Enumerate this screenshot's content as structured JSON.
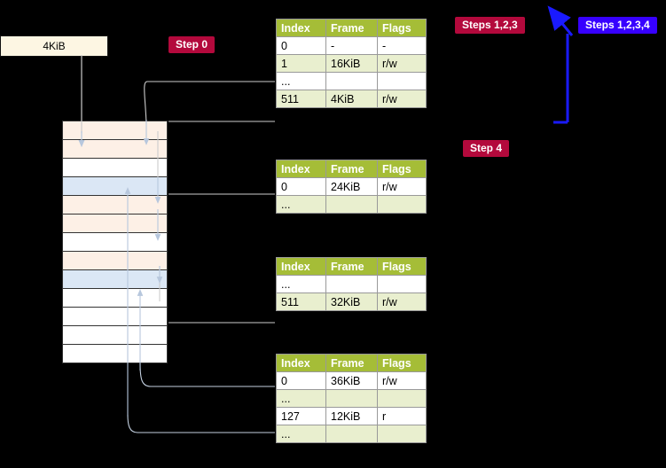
{
  "page": {
    "background": "#000000"
  },
  "memory_block": {
    "label": "4KiB"
  },
  "labels": {
    "step0": {
      "text": "Step 0",
      "bg": "#b3093c"
    },
    "steps123": {
      "text": "Steps 1,2,3",
      "bg": "#b3093c"
    },
    "steps1234": {
      "text": "Steps 1,2,3,4",
      "bg": "#3700ff"
    },
    "step4": {
      "text": "Step 4",
      "bg": "#b3093c"
    }
  },
  "colors": {
    "table_header_bg": "#a5bd37",
    "row_alt_bg": "#e9efcf",
    "arrow_blue": "#1a1aff",
    "faint_arrow": "#b7c7dd"
  },
  "tables": [
    {
      "name": "page-table-level-1",
      "headers": [
        "Index",
        "Frame",
        "Flags"
      ],
      "rows": [
        [
          "0",
          "-",
          "-"
        ],
        [
          "1",
          "16KiB",
          "r/w"
        ],
        [
          "...",
          "",
          ""
        ],
        [
          "511",
          "4KiB",
          "r/w"
        ]
      ]
    },
    {
      "name": "page-table-level-2",
      "headers": [
        "Index",
        "Frame",
        "Flags"
      ],
      "rows": [
        [
          "0",
          "24KiB",
          "r/w"
        ],
        [
          "...",
          "",
          ""
        ]
      ]
    },
    {
      "name": "page-table-level-3",
      "headers": [
        "Index",
        "Frame",
        "Flags"
      ],
      "rows": [
        [
          "...",
          "",
          ""
        ],
        [
          "511",
          "32KiB",
          "r/w"
        ]
      ]
    },
    {
      "name": "page-table-level-4",
      "headers": [
        "Index",
        "Frame",
        "Flags"
      ],
      "rows": [
        [
          "0",
          "36KiB",
          "r/w"
        ],
        [
          "...",
          "",
          ""
        ],
        [
          "127",
          "12KiB",
          "r"
        ],
        [
          "...",
          "",
          ""
        ]
      ]
    }
  ],
  "memory_rows": [
    {
      "fill": "#fdf0e6"
    },
    {
      "fill": "#fdf0e6"
    },
    {
      "fill": "#ffffff"
    },
    {
      "fill": "#dbe7f5"
    },
    {
      "fill": "#fdf0e6"
    },
    {
      "fill": "#fdf0e6"
    },
    {
      "fill": "#ffffff"
    },
    {
      "fill": "#fdf0e6"
    },
    {
      "fill": "#dbe7f5"
    },
    {
      "fill": "#ffffff"
    },
    {
      "fill": "#ffffff"
    },
    {
      "fill": "#ffffff"
    },
    {
      "fill": "#ffffff"
    }
  ]
}
